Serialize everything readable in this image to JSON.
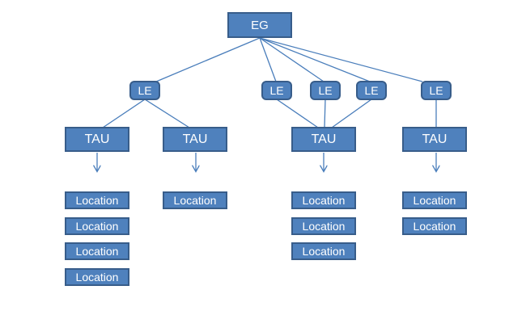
{
  "diagram": {
    "root": {
      "label": "EG"
    },
    "le_nodes": [
      {
        "label": "LE"
      },
      {
        "label": "LE"
      },
      {
        "label": "LE"
      },
      {
        "label": "LE"
      },
      {
        "label": "LE"
      }
    ],
    "tau_nodes": [
      {
        "label": "TAU"
      },
      {
        "label": "TAU"
      },
      {
        "label": "TAU"
      },
      {
        "label": "TAU"
      }
    ],
    "location_columns": [
      {
        "locations": [
          "Location",
          "Location",
          "Location",
          "Location"
        ]
      },
      {
        "locations": [
          "Location"
        ]
      },
      {
        "locations": [
          "Location",
          "Location",
          "Location"
        ]
      },
      {
        "locations": [
          "Location",
          "Location"
        ]
      }
    ],
    "colors": {
      "node_fill": "#4f81bd",
      "node_border": "#385d8a",
      "connector": "#4a7ebb",
      "text": "#ffffff",
      "background": "#ffffff"
    }
  }
}
